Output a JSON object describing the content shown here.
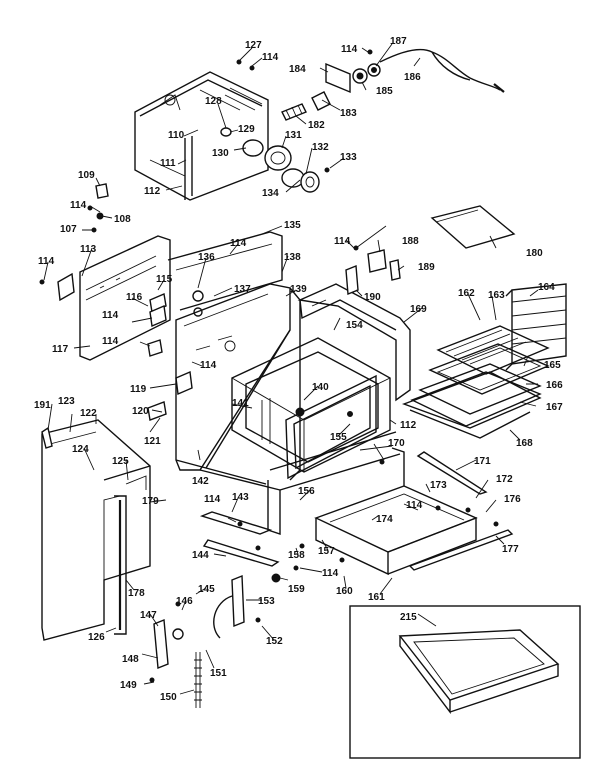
{
  "diagram": {
    "labels": [
      "127",
      "114",
      "114",
      "187",
      "184",
      "186",
      "183",
      "185",
      "128",
      "129",
      "182",
      "110",
      "130",
      "131",
      "132",
      "111",
      "133",
      "134",
      "112",
      "109",
      "114",
      "108",
      "107",
      "135",
      "180",
      "113",
      "114",
      "136",
      "138",
      "114",
      "188",
      "137",
      "114",
      "189",
      "116",
      "115",
      "139",
      "190",
      "162",
      "163",
      "164",
      "169",
      "114",
      "154",
      "117",
      "114",
      "114",
      "165",
      "119",
      "140",
      "166",
      "141",
      "167",
      "112",
      "120",
      "155",
      "121",
      "168",
      "191",
      "123",
      "122",
      "170",
      "124",
      "125",
      "171",
      "142",
      "156",
      "179",
      "172",
      "173",
      "143",
      "176",
      "114",
      "114",
      "174",
      "158",
      "157",
      "177",
      "144",
      "114",
      "159",
      "160",
      "161",
      "178",
      "145",
      "146",
      "153",
      "147",
      "152",
      "148",
      "151",
      "215",
      "149",
      "150",
      "126"
    ]
  }
}
